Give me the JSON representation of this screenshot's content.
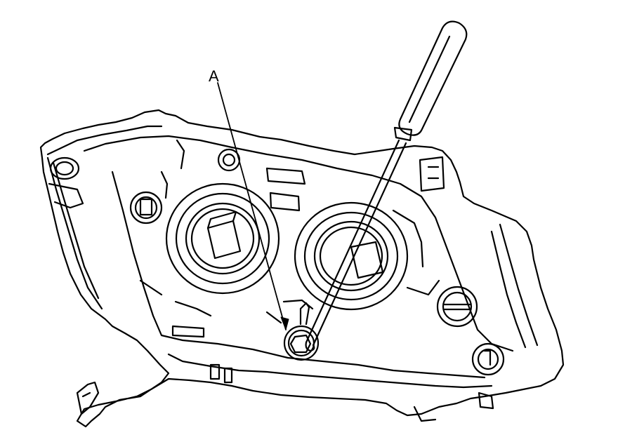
{
  "diagram": {
    "callout_label": "A",
    "parts": [
      {
        "id": "headlight-housing",
        "label": ""
      },
      {
        "id": "screwdriver",
        "label": ""
      },
      {
        "id": "adjuster-screw",
        "label": "A"
      }
    ]
  }
}
